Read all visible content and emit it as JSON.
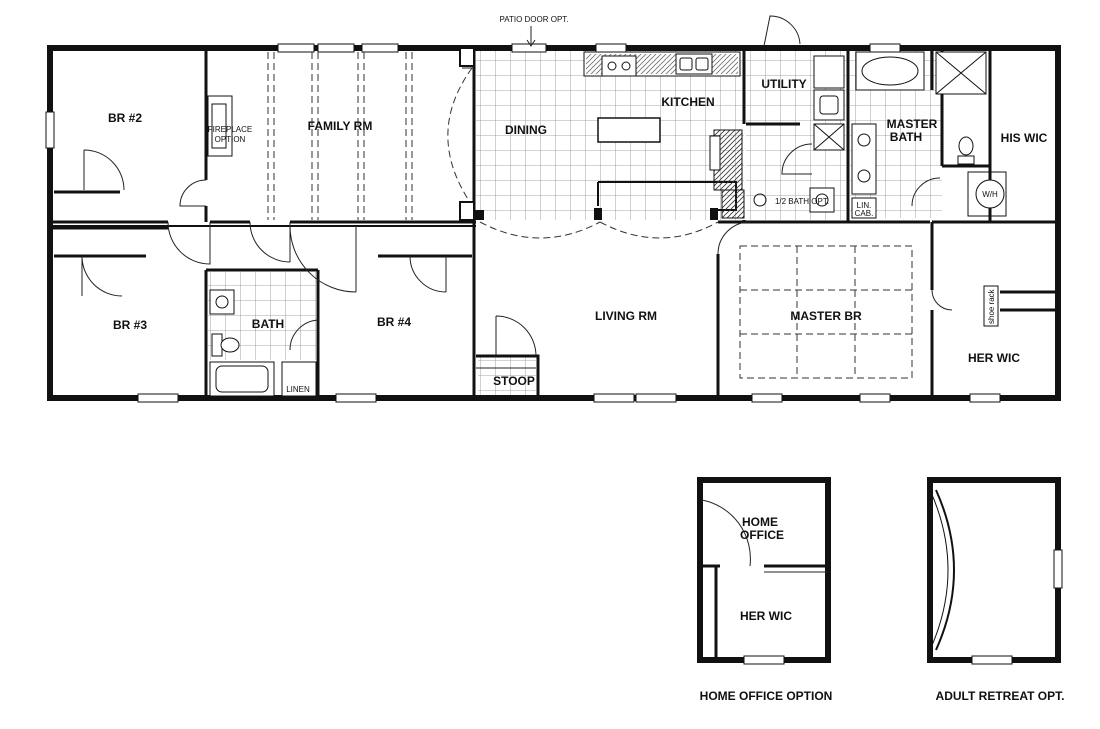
{
  "rooms": {
    "br2": "BR #2",
    "fireplace_line1": "FIREPLACE",
    "fireplace_line2": "OPTION",
    "family_rm": "FAMILY RM",
    "patio_door": "PATIO DOOR OPT.",
    "dining": "DINING",
    "kitchen": "KITCHEN",
    "utility": "UTILITY",
    "master_bath_line1": "MASTER",
    "master_bath_line2": "BATH",
    "his_wic": "HIS WIC",
    "half_bath": "1/2 BATH OPT.",
    "lin_cab_line1": "LIN.",
    "lin_cab_line2": "CAB.",
    "wh": "W/H",
    "br3": "BR #3",
    "bath": "BATH",
    "linen": "LINEN",
    "br4": "BR #4",
    "living_rm": "LIVING RM",
    "stoop": "STOOP",
    "master_br": "MASTER BR",
    "shoe_rack": "shoe rack",
    "her_wic": "HER WIC"
  },
  "options": {
    "home_office": {
      "office_line1": "HOME",
      "office_line2": "OFFICE",
      "her_wic": "HER WIC",
      "caption": "HOME OFFICE OPTION"
    },
    "adult_retreat": {
      "caption": "ADULT RETREAT OPT."
    }
  }
}
